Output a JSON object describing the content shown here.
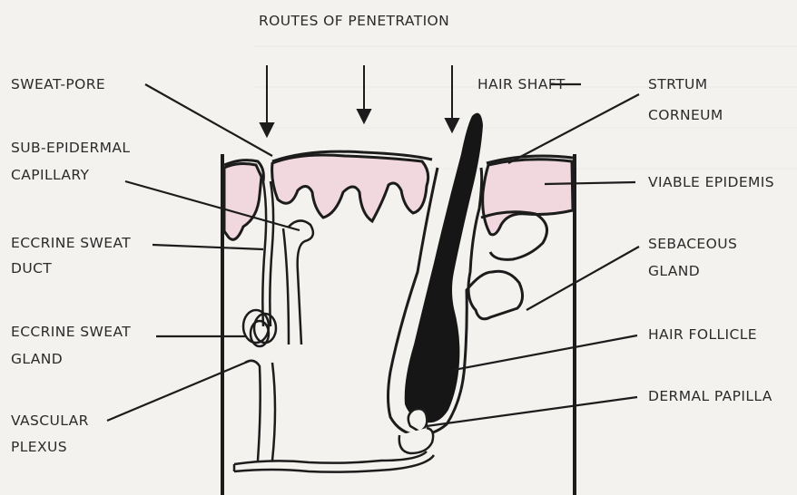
{
  "diagram": {
    "title": "ROUTES OF PENETRATION",
    "labels_left": {
      "sweat_pore": "SWEAT-PORE",
      "sub_epidermal_capillary_1": "SUB-EPIDERMAL",
      "sub_epidermal_capillary_2": "CAPILLARY",
      "eccrine_sweat_duct_1": "ECCRINE SWEAT",
      "eccrine_sweat_duct_2": "DUCT",
      "eccrine_sweat_gland_1": "ECCRINE SWEAT",
      "eccrine_sweat_gland_2": "GLAND",
      "vascular_plexus_1": "VASCULAR",
      "vascular_plexus_2": "PLEXUS"
    },
    "labels_right": {
      "hair_shaft": "HAIR SHAFT",
      "stratum_corneum_1": "STRTUM",
      "stratum_corneum_2": "CORNEUM",
      "viable_epidermis": "VIABLE EPIDEMIS",
      "sebaceous_gland_1": "SEBACEOUS",
      "sebaceous_gland_2": "GLAND",
      "hair_follicle": "HAIR FOLLICLE",
      "dermal_papilla": "DERMAL PAPILLA"
    },
    "colors": {
      "background": "#f3f2ef",
      "line": "#1c1c1c",
      "epidermis_fill": "#f1d7de",
      "hair": "#161616"
    }
  }
}
